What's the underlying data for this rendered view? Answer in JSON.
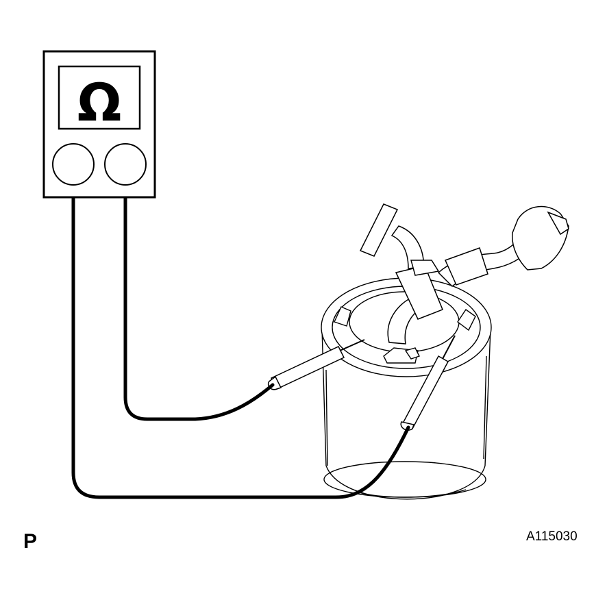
{
  "meter": {
    "symbol": "Ω"
  },
  "labels": {
    "view": "P",
    "figure_id": "A115030"
  },
  "colors": {
    "line": "#000000",
    "background": "#ffffff"
  }
}
